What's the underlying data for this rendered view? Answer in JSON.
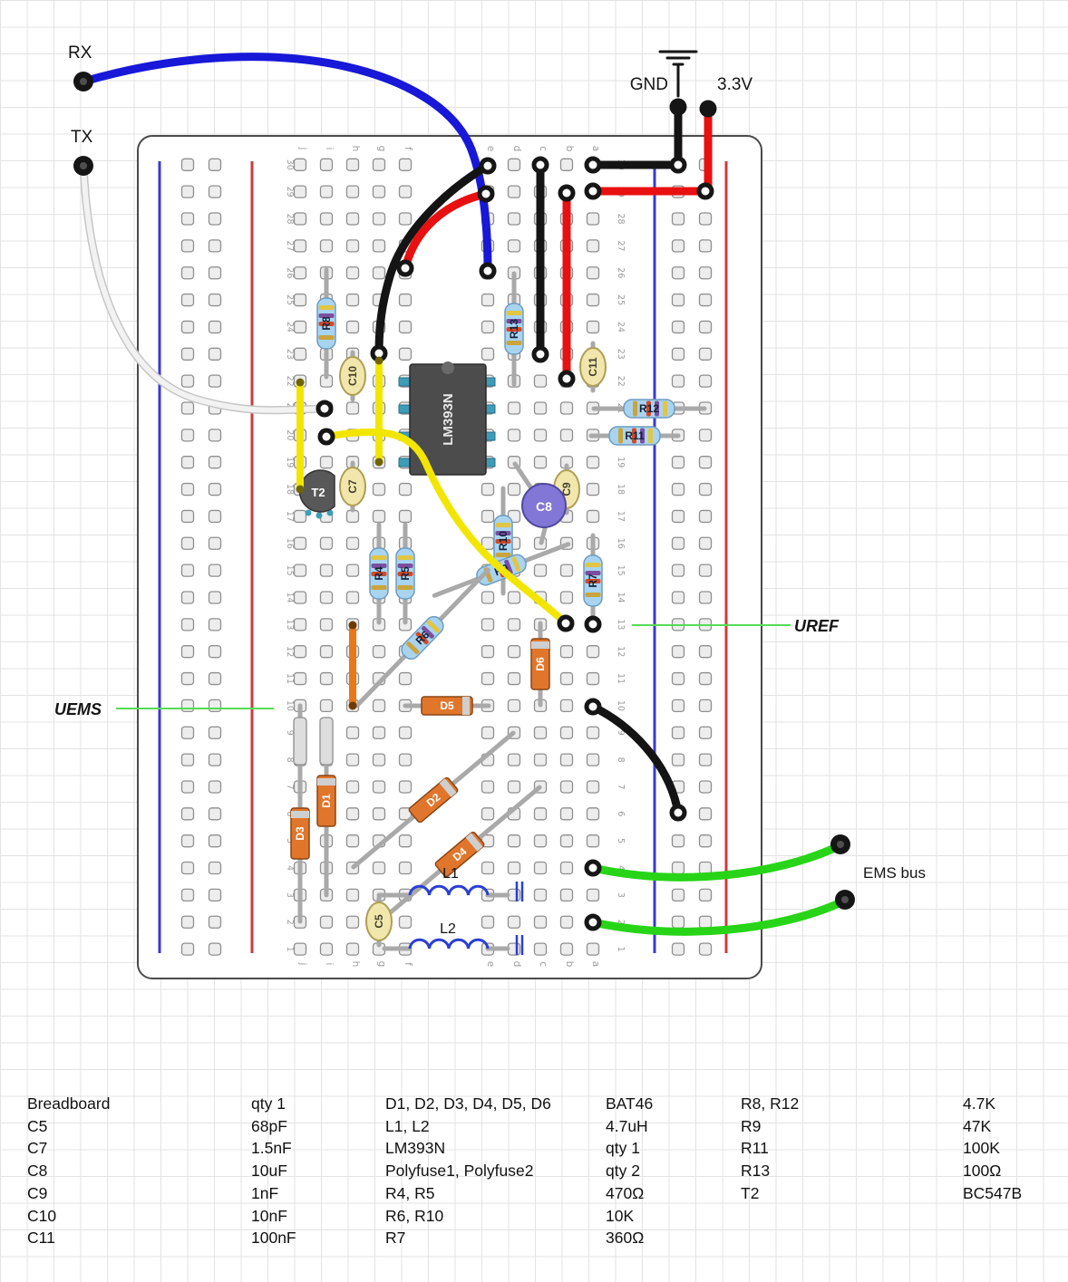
{
  "labels": {
    "rx": "RX",
    "tx": "TX",
    "gnd": "GND",
    "v33": "3.3V",
    "uref": "UREF",
    "uems": "UEMS",
    "ems_bus": "EMS bus"
  },
  "breadboard": {
    "rows": 30,
    "column_letters": [
      "j",
      "i",
      "h",
      "g",
      "f",
      "e",
      "d",
      "c",
      "b",
      "a"
    ]
  },
  "components": {
    "ic1": "LM393N",
    "t2": "T2",
    "r4": "R4",
    "r5": "R5",
    "r6": "R6",
    "r7": "R7",
    "r8": "R8",
    "r9": "R9",
    "r10": "R10",
    "r11": "R11",
    "r12": "R12",
    "r13": "R13",
    "c5": "C5",
    "c7": "C7",
    "c8": "C8",
    "c9": "C9",
    "c10": "C10",
    "c11": "C11",
    "d1": "D1",
    "d2": "D2",
    "d3": "D3",
    "d4": "D4",
    "d5": "D5",
    "d6": "D6",
    "l1": "L1",
    "l2": "L2"
  },
  "colors": {
    "wire_blue": "#1818d8",
    "wire_red": "#e81010",
    "wire_black": "#141414",
    "wire_yellow": "#f2e600",
    "wire_orange": "#e87818",
    "wire_green": "#28d418",
    "wire_white": "#f2f2f2",
    "annotation_green": "#55dd55",
    "rail_blue": "#3a3ad0",
    "rail_red": "#d03a3a"
  },
  "parts_list": {
    "col1": [
      {
        "name": "Breadboard",
        "value": "qty 1"
      },
      {
        "name": "C5",
        "value": "68pF"
      },
      {
        "name": "C7",
        "value": "1.5nF"
      },
      {
        "name": "C8",
        "value": "10uF"
      },
      {
        "name": "C9",
        "value": "1nF"
      },
      {
        "name": "C10",
        "value": "10nF"
      },
      {
        "name": "C11",
        "value": "100nF"
      }
    ],
    "col2": [
      {
        "name": "D1, D2, D3, D4, D5, D6",
        "value": "BAT46"
      },
      {
        "name": "L1, L2",
        "value": "4.7uH"
      },
      {
        "name": "LM393N",
        "value": "qty 1"
      },
      {
        "name": "Polyfuse1, Polyfuse2",
        "value": "qty 2"
      },
      {
        "name": "R4, R5",
        "value": "470Ω"
      },
      {
        "name": "R6, R10",
        "value": "10K"
      },
      {
        "name": "R7",
        "value": "360Ω"
      }
    ],
    "col3": [
      {
        "name": "R8, R12",
        "value": "4.7K"
      },
      {
        "name": "R9",
        "value": "47K"
      },
      {
        "name": "R11",
        "value": "100K"
      },
      {
        "name": "R13",
        "value": "100Ω"
      },
      {
        "name": "T2",
        "value": "BC547B"
      }
    ]
  }
}
